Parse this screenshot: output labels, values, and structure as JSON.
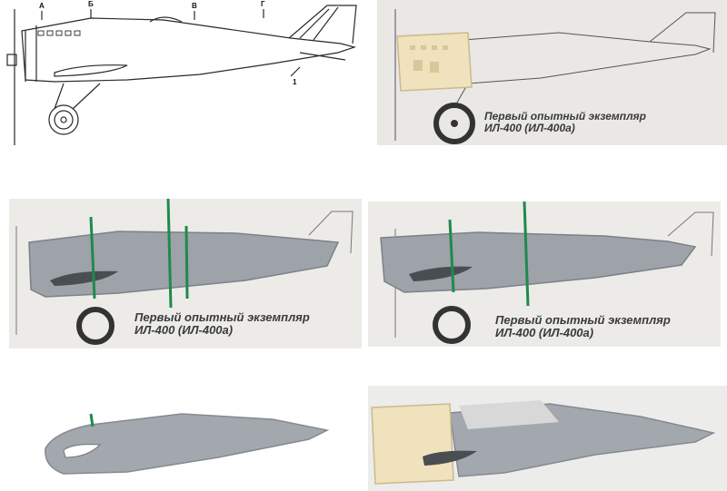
{
  "drawing": {
    "section_marks": [
      "А",
      "Б",
      "В",
      "Г"
    ],
    "callout": "1"
  },
  "captions": [
    {
      "line1": "Первый опытный экземпляр",
      "line2": "ИЛ-400 (ИЛ-400а)"
    },
    {
      "line1": "Первый опытный экземпляр",
      "line2": "ИЛ-400 (ИЛ-400а)"
    },
    {
      "line1": "Первый опытный экземпляр",
      "line2": "ИЛ-400 (ИЛ-400а)"
    }
  ],
  "colors": {
    "model_grey": "#9ea3a9",
    "resin_cream": "#efe2bc",
    "paper": "#ecebe8",
    "marker_green": "#1f8a4c",
    "line_art": "#2a2a2a"
  }
}
